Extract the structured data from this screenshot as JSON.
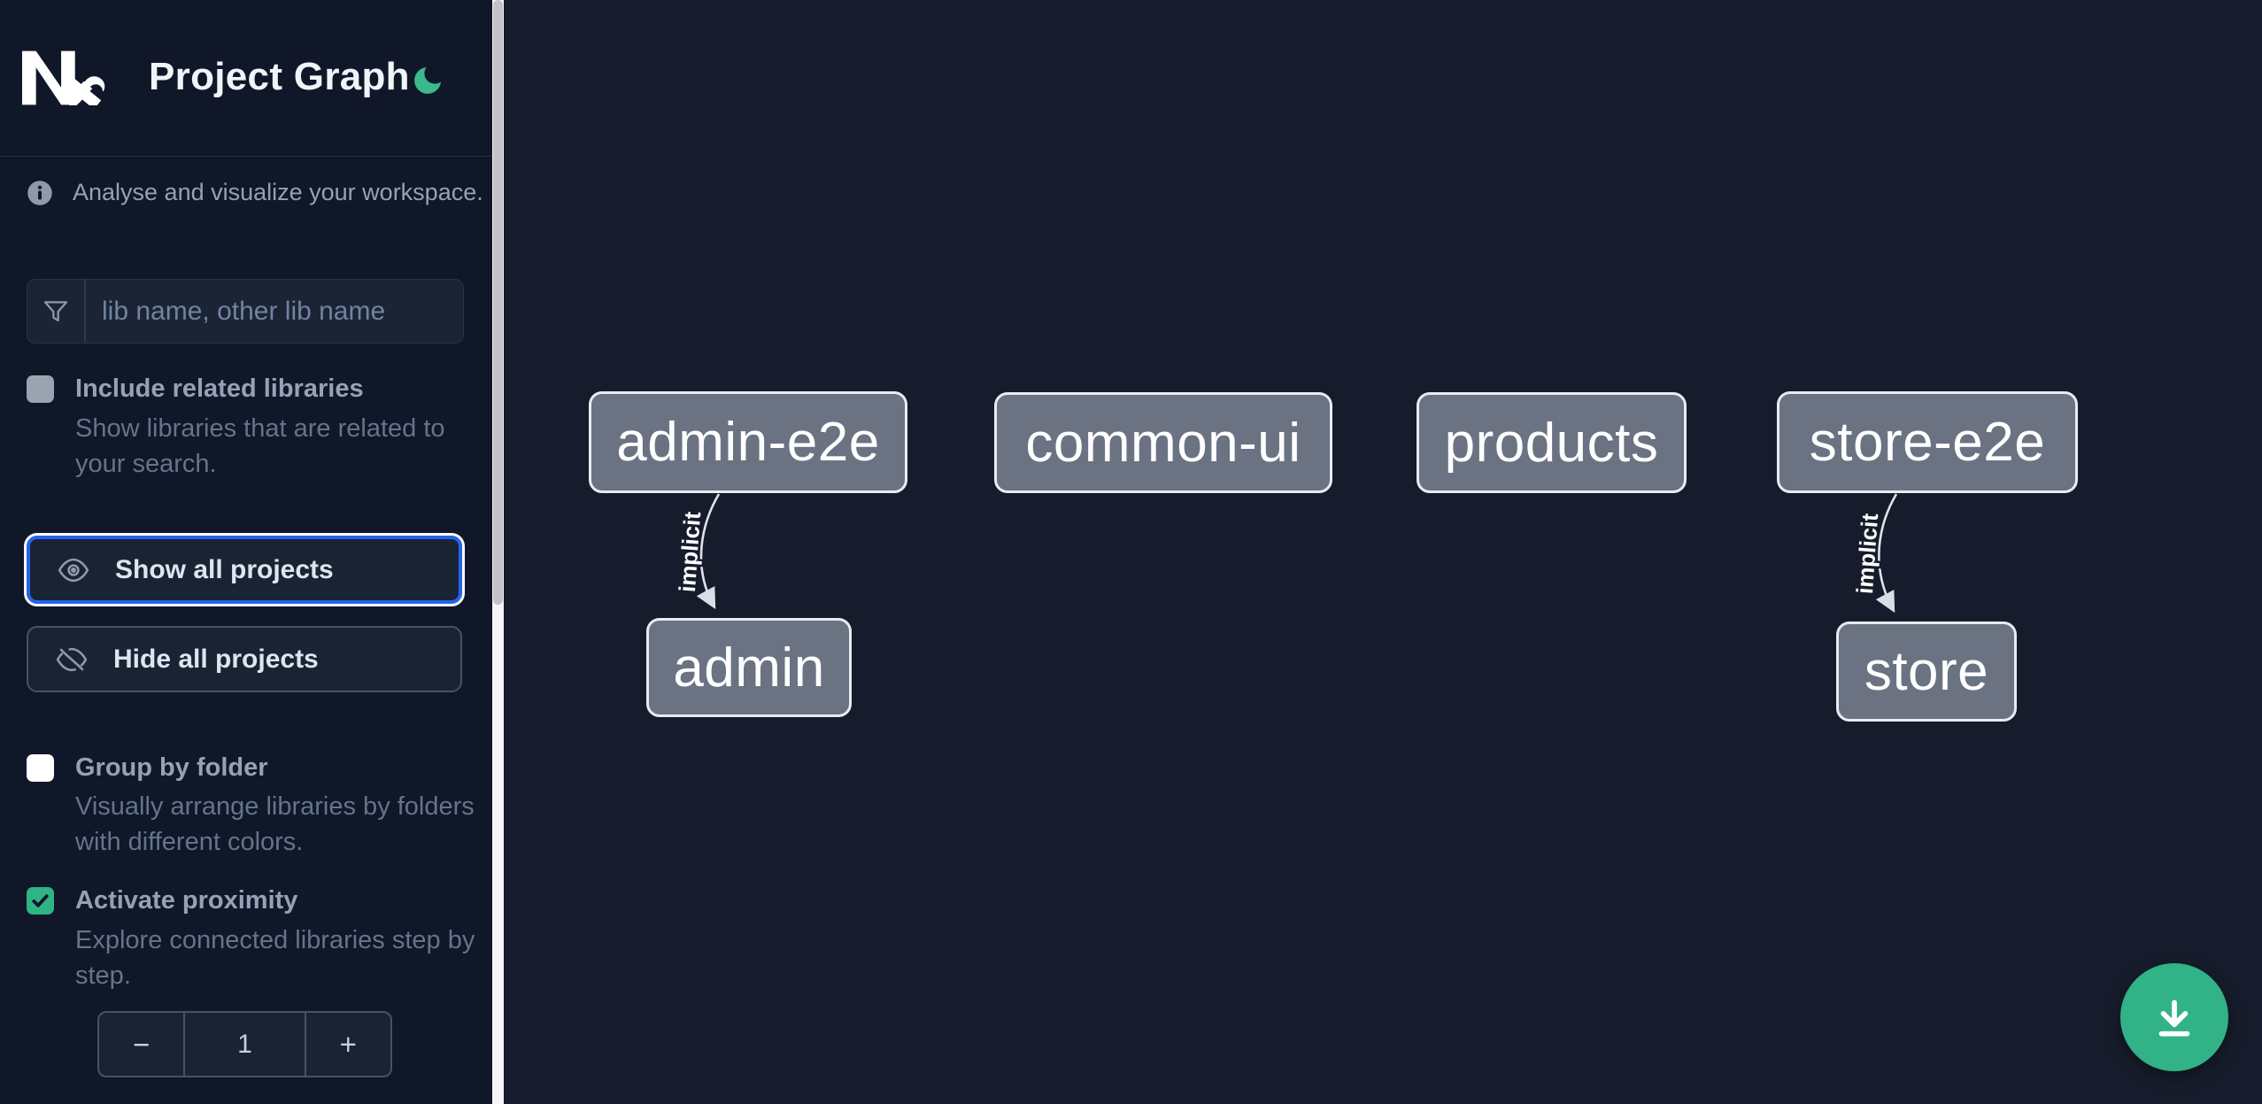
{
  "sidebar": {
    "title": "Project Graph",
    "intro": "Analyse and visualize your workspace.",
    "search": {
      "placeholder": "lib name, other lib name",
      "value": ""
    },
    "options": [
      {
        "id": "include-related",
        "label": "Include related libraries",
        "description": "Show libraries that are related to your search.",
        "checked": false,
        "disabled": true
      },
      {
        "id": "group-by-folder",
        "label": "Group by folder",
        "description": "Visually arrange libraries by folders with different colors.",
        "checked": false,
        "disabled": false
      },
      {
        "id": "activate-proximity",
        "label": "Activate proximity",
        "description": "Explore connected libraries step by step.",
        "checked": true,
        "disabled": false
      }
    ],
    "buttons": [
      {
        "id": "show-all-projects",
        "label": "Show all projects",
        "focused": true
      },
      {
        "id": "hide-all-projects",
        "label": "Hide all projects",
        "focused": false
      }
    ],
    "proximity_stepper": {
      "decrement": "−",
      "value": "1",
      "increment": "+"
    }
  },
  "graph": {
    "nodes": [
      {
        "id": "admin-e2e",
        "label": "admin-e2e"
      },
      {
        "id": "common-ui",
        "label": "common-ui"
      },
      {
        "id": "products",
        "label": "products"
      },
      {
        "id": "store-e2e",
        "label": "store-e2e"
      },
      {
        "id": "admin",
        "label": "admin"
      },
      {
        "id": "store",
        "label": "store"
      }
    ],
    "edges": [
      {
        "source": "admin-e2e",
        "target": "admin",
        "label": "implicit"
      },
      {
        "source": "store-e2e",
        "target": "store",
        "label": "implicit"
      }
    ]
  },
  "icons": {
    "logo": "nx-logo",
    "theme": "moon-icon",
    "intro": "info-icon",
    "search": "filter-funnel-icon",
    "show": "eye-icon",
    "hide": "eye-off-icon",
    "fab": "download-icon"
  },
  "colors": {
    "accent_green": "#31b287",
    "checkbox_checked": "#2eb485",
    "focus_blue": "#2563eb",
    "node_fill": "#6b7383",
    "node_border": "#e8ecf2",
    "sidebar_bg": "#0f1728",
    "canvas_bg": "#161c2b"
  }
}
